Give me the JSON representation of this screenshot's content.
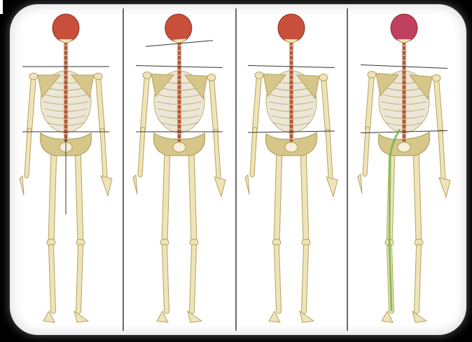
{
  "figure": {
    "panels": [
      {
        "id": "panel-1",
        "variant": "aligned",
        "shoulder_tilt_deg": 0,
        "pelvis_tilt_deg": 0,
        "head_tilt_deg": 0,
        "plumb_line": true,
        "highlighted_leg": null
      },
      {
        "id": "panel-2",
        "variant": "shoulder-and-head-tilt",
        "shoulder_tilt_deg": 2.5,
        "pelvis_tilt_deg": 0,
        "head_tilt_deg": -5,
        "plumb_line": false,
        "highlighted_leg": null
      },
      {
        "id": "panel-3",
        "variant": "shoulder-and-pelvis-tilt",
        "shoulder_tilt_deg": 2.5,
        "pelvis_tilt_deg": -2,
        "head_tilt_deg": 0,
        "plumb_line": false,
        "highlighted_leg": null
      },
      {
        "id": "panel-4",
        "variant": "short-leg-compensation",
        "shoulder_tilt_deg": 4,
        "pelvis_tilt_deg": -3,
        "head_tilt_deg": 0,
        "plumb_line": false,
        "highlighted_leg": "right"
      }
    ]
  },
  "colors": {
    "background": "#000000",
    "card": "#ffffff",
    "bone": "#efe4b8",
    "bone_shade": "#d6c68a",
    "bone_outline": "#b4a260",
    "ribs": "#e8e2cf",
    "spine": "#b05a3c",
    "skull": "#c8503a",
    "skull_highlight": "#c04060",
    "reference_line": "#333333",
    "divider": "#6a6a6a",
    "highlight_leg": "#6fb84a"
  }
}
